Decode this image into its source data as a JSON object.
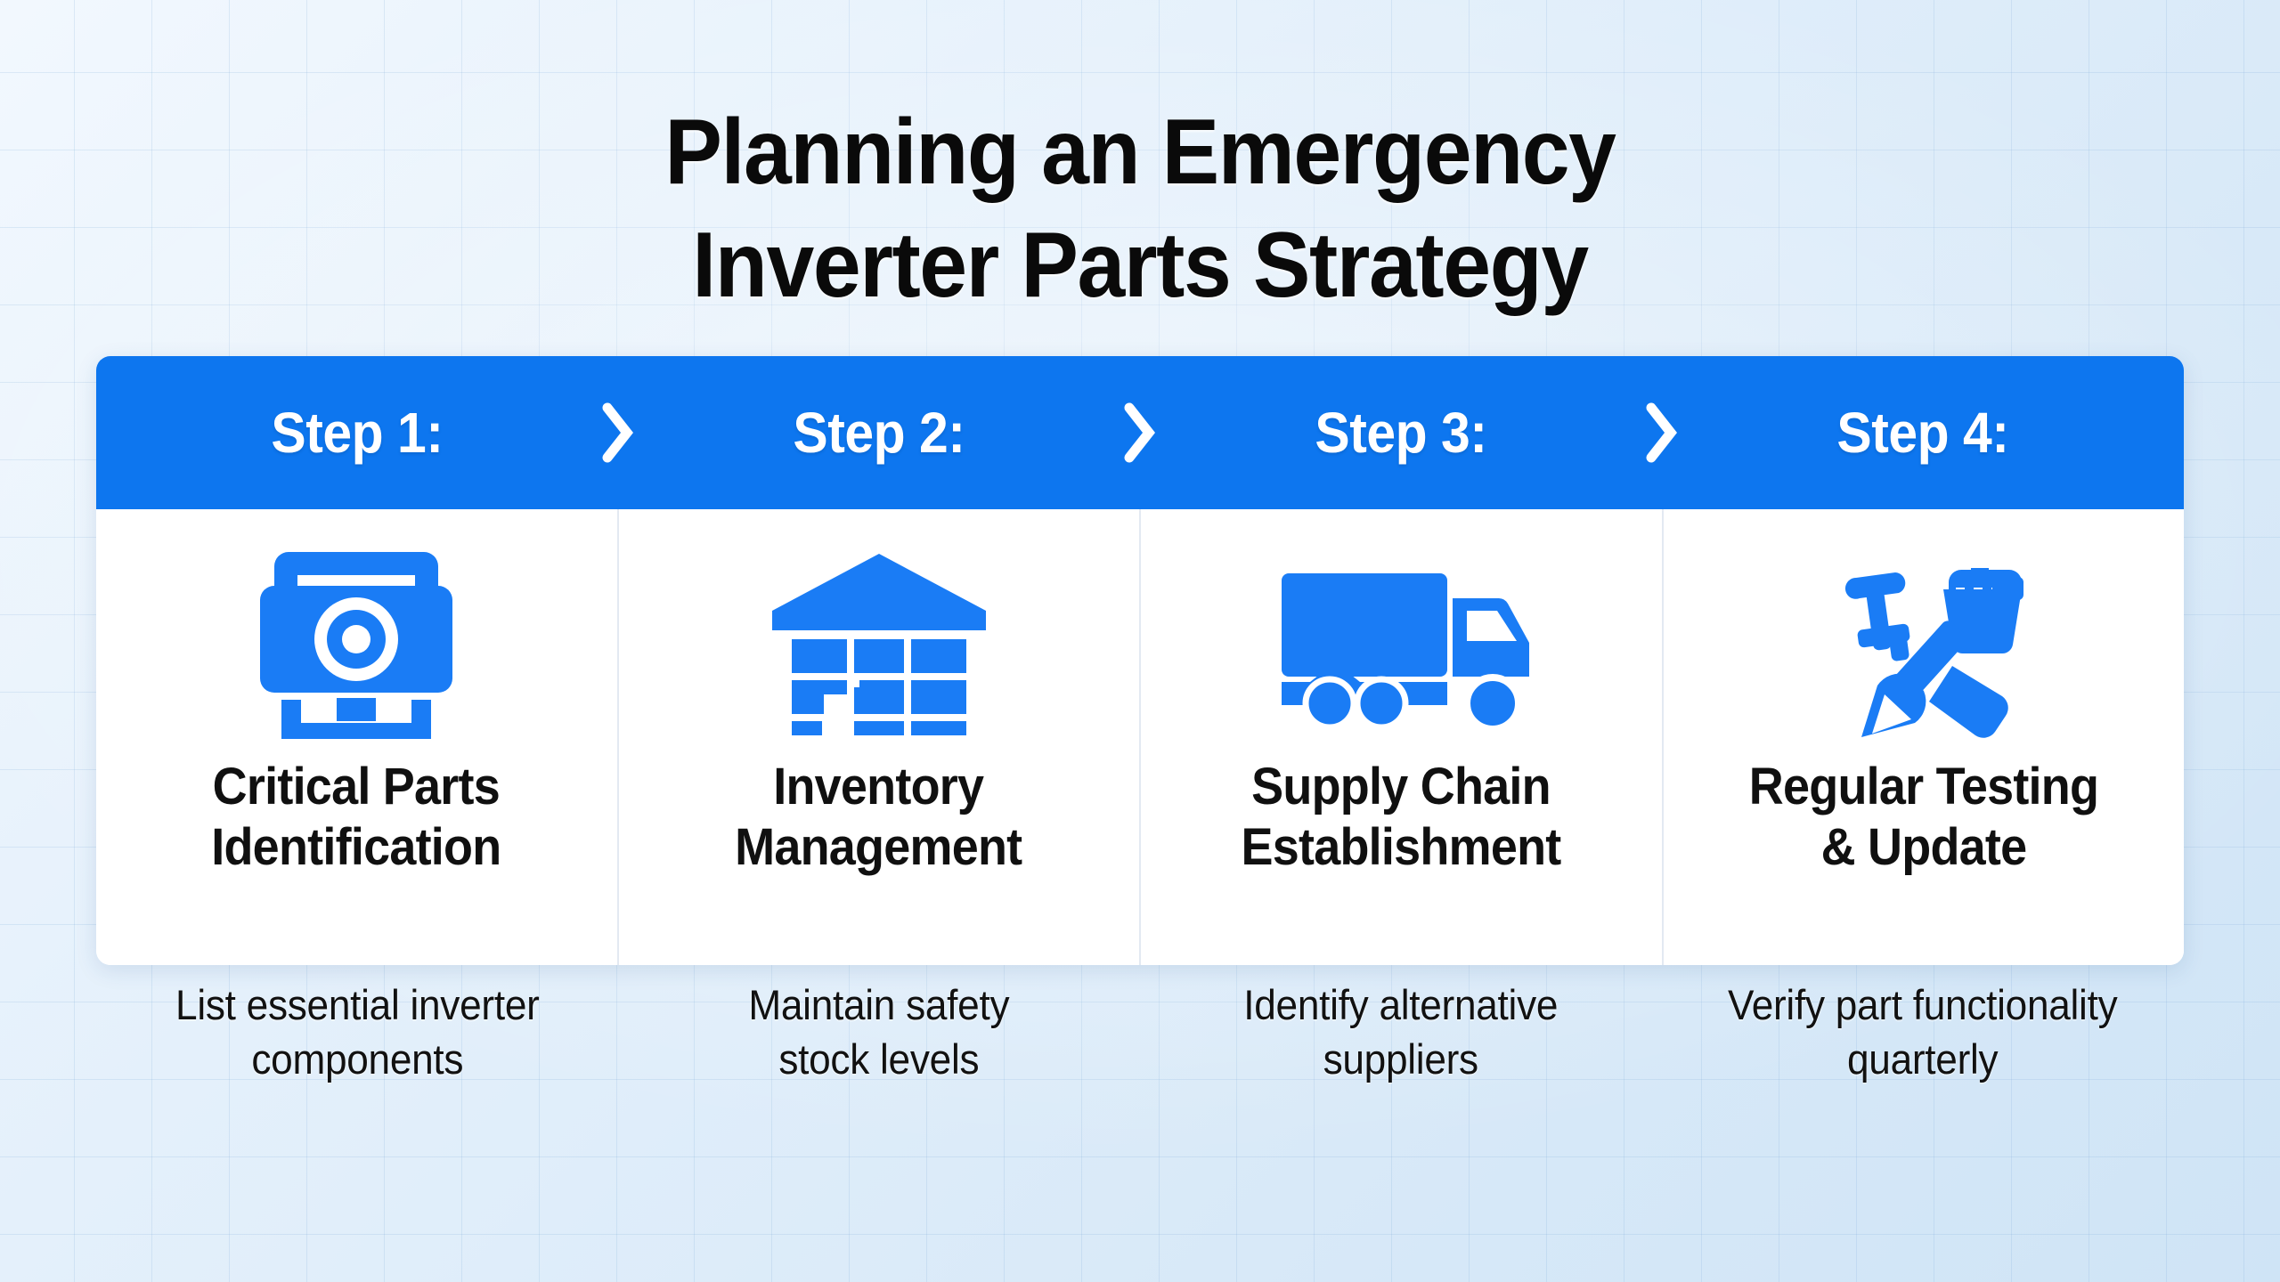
{
  "title": {
    "line1": "Planning an Emergency",
    "line2": "Inverter Parts Strategy"
  },
  "colors": {
    "accent_blue": "#0d76ef",
    "icon_blue": "#1a7cf5",
    "background_light": "#eaf3fc",
    "card_white": "#ffffff",
    "title_black": "#0a0a0a",
    "divider_gray": "#e3e9f2"
  },
  "steps": [
    {
      "step_label": "Step 1:",
      "icon": "projector-device-icon",
      "title": "Critical Parts\nIdentification",
      "caption": "List essential inverter\ncomponents",
      "separator": "chevron-right-icon"
    },
    {
      "step_label": "Step 2:",
      "icon": "warehouse-icon",
      "title": "Inventory\nManagement",
      "caption": "Maintain safety\nstock levels",
      "separator": "chevron-right-icon"
    },
    {
      "step_label": "Step 3:",
      "icon": "delivery-truck-icon",
      "title": "Supply Chain\nEstablishment",
      "caption": "Identify alternative\nsuppliers",
      "separator": "chevron-right-icon"
    },
    {
      "step_label": "Step 4:",
      "icon": "rake-and-trowel-tools-icon",
      "title": "Regular Testing\n& Update",
      "caption": "Verify part functionality\nquarterly",
      "separator": ""
    }
  ]
}
